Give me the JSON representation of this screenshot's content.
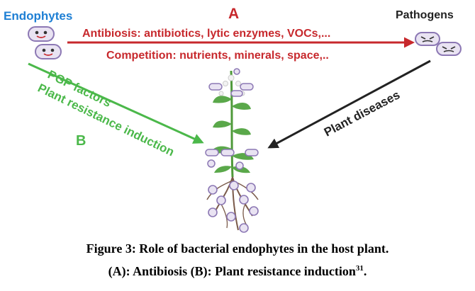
{
  "labels": {
    "endophytes": "Endophytes",
    "pathogens": "Pathogens",
    "section_a": "A",
    "section_b": "B",
    "antibiosis": "Antibiosis: antibiotics, lytic enzymes, VOCs,...",
    "competition": "Competition: nutrients, minerals, space,..",
    "pgp_factors": "PGP factors",
    "plant_resistance": "Plant resistance induction",
    "plant_diseases": "Plant diseases"
  },
  "caption": {
    "line1": "Figure 3: Role of bacterial endophytes in the host plant.",
    "line2_text": "(A): Antibiosis (B): Plant resistance induction",
    "line2_ref": "31",
    "line2_end": "."
  },
  "colors": {
    "blue": "#1e7fd4",
    "red": "#c7282c",
    "green": "#4bb84a",
    "black": "#222222",
    "bacteria_fill": "#e9e3f2",
    "bacteria_stroke": "#8c78b4",
    "stem": "#4f9a3a",
    "root": "#7a5a4a"
  },
  "icons": [
    "endophyte-bacteria-icon",
    "pathogen-bacteria-icon",
    "plant-illustration"
  ]
}
